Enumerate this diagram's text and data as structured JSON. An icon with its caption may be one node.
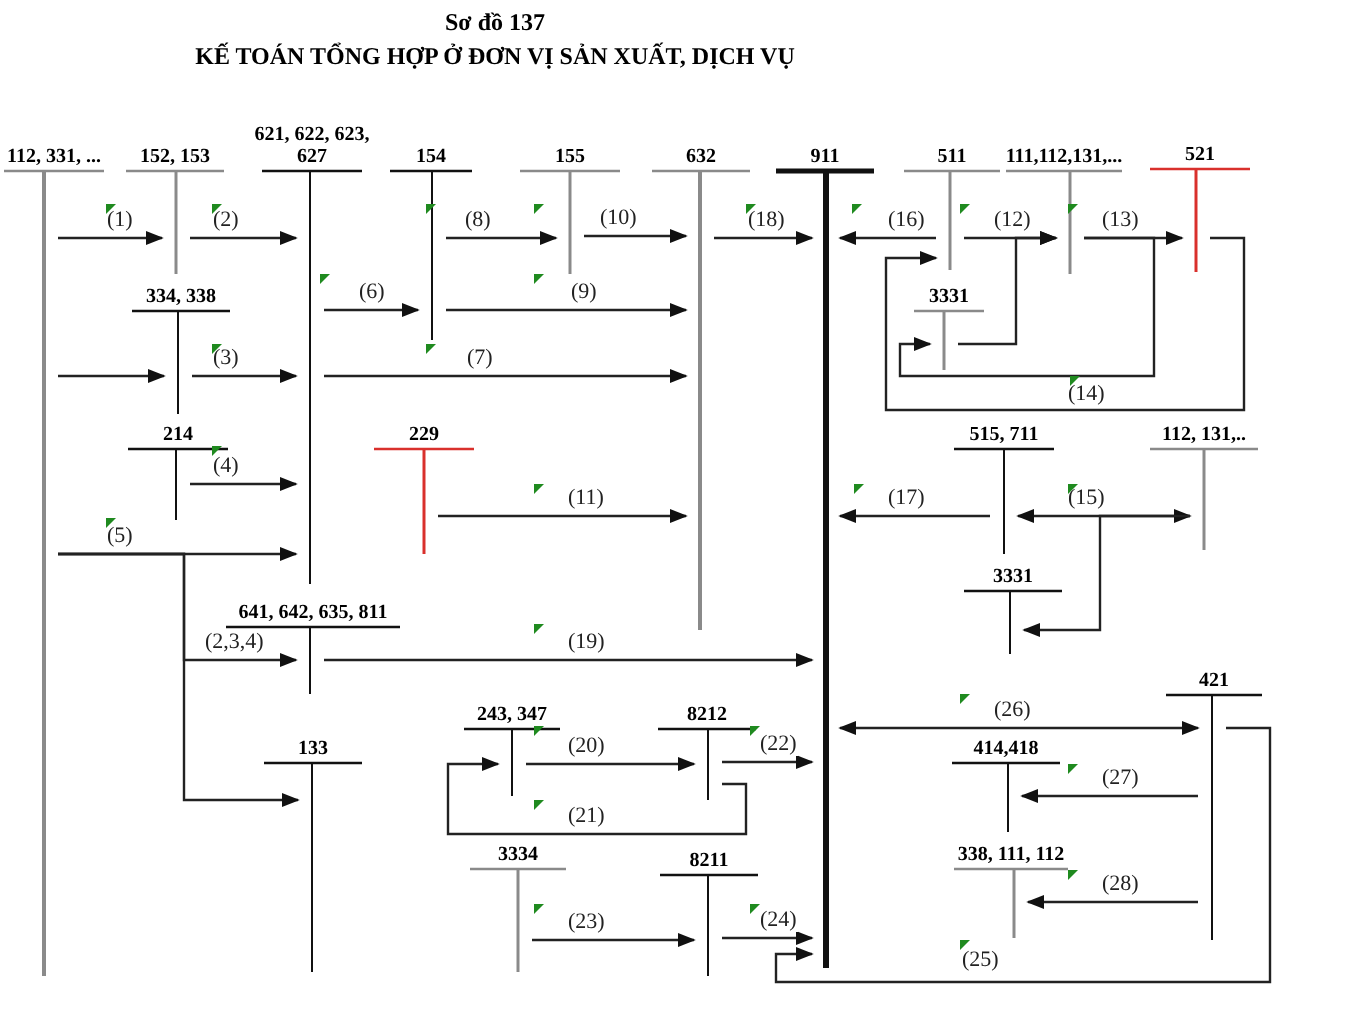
{
  "diagram": {
    "title": "KẾ TOÁN TỔNG HỢP Ở ĐƠN VỊ SẢN XUẤT, DỊCH VỤ",
    "nodes": [
      {
        "text": [
          "112, 331, ..."
        ]
      },
      {
        "text": [
          "152, 153"
        ]
      },
      {
        "text": [
          "621, 622, 623, 627"
        ]
      },
      {
        "text": [
          "154"
        ]
      },
      {
        "text": [
          "155"
        ]
      },
      {
        "text": [
          "632"
        ]
      },
      {
        "text": [
          "911"
        ]
      },
      {
        "text": [
          "511"
        ]
      },
      {
        "text": [
          "111,112,131,..."
        ]
      },
      {
        "text": [
          "521"
        ]
      },
      {
        "text": [
          "334, 338"
        ]
      },
      {
        "text": [
          "3331"
        ]
      },
      {
        "text": [
          "214"
        ]
      },
      {
        "text": [
          "229"
        ]
      },
      {
        "text": [
          "515, 711"
        ]
      },
      {
        "text": [
          "112, 131,.."
        ]
      },
      {
        "text": [
          "3331"
        ]
      },
      {
        "text": [
          "641, 642, 635, 811"
        ]
      },
      {
        "text": [
          "421"
        ]
      },
      {
        "text": [
          "243, 347"
        ]
      },
      {
        "text": [
          "8212"
        ]
      },
      {
        "text": [
          "133"
        ]
      },
      {
        "text": [
          "414,418"
        ]
      },
      {
        "text": [
          "3334"
        ]
      },
      {
        "text": [
          "8211"
        ]
      },
      {
        "text": [
          "338, 111, 112"
        ]
      }
    ],
    "edges": [
      {
        "from": 0,
        "to": 1,
        "arrow": "to",
        "label": "(1)"
      },
      {
        "from": 1,
        "to": 2,
        "arrow": "to",
        "label": "(2)"
      },
      {
        "from": 0,
        "to": 10,
        "arrow": "to"
      },
      {
        "from": 10,
        "to": 2,
        "arrow": "to",
        "label": "(3)"
      },
      {
        "from": 12,
        "to": 2,
        "arrow": "to",
        "label": "(4)"
      },
      {
        "from": 0,
        "to": 2,
        "arrow": "to",
        "label": "(5)"
      },
      {
        "from": 0,
        "to": 17,
        "arrow": "to",
        "label": "(2,3,4)"
      },
      {
        "from": 0,
        "to": 21,
        "arrow": "to"
      },
      {
        "from": 2,
        "to": 3,
        "arrow": "to",
        "label": "(6)"
      },
      {
        "from": 2,
        "to": 5,
        "arrow": "to",
        "label": "(7)"
      },
      {
        "from": 3,
        "to": 4,
        "arrow": "to",
        "label": "(8)"
      },
      {
        "from": 3,
        "to": 5,
        "arrow": "to",
        "label": "(9)"
      },
      {
        "from": 4,
        "to": 5,
        "arrow": "to",
        "label": "(10)"
      },
      {
        "from": 13,
        "to": 5,
        "arrow": "to",
        "label": "(11)"
      },
      {
        "from": 5,
        "to": 6,
        "arrow": "to",
        "label": "(18)"
      },
      {
        "from": 7,
        "to": 6,
        "arrow": "to",
        "label": "(16)"
      },
      {
        "from": 7,
        "to": 8,
        "arrow": "to",
        "label": "(12)"
      },
      {
        "from": 11,
        "to": 8,
        "arrow": "to"
      },
      {
        "from": 8,
        "to": 9,
        "arrow": "to",
        "label": "(13)"
      },
      {
        "from": 8,
        "to": 11,
        "arrow": "to",
        "label": "(14)"
      },
      {
        "from": 9,
        "to": 7,
        "arrow": "to"
      },
      {
        "from": 14,
        "to": 6,
        "arrow": "to",
        "label": "(17)"
      },
      {
        "from": 14,
        "to": 15,
        "arrow": "both",
        "label": "(15)"
      },
      {
        "from": 15,
        "to": 16,
        "arrow": "to"
      },
      {
        "from": 17,
        "to": 6,
        "arrow": "to",
        "label": "(19)"
      },
      {
        "from": 19,
        "to": 20,
        "arrow": "to",
        "label": "(20)"
      },
      {
        "from": 20,
        "to": 19,
        "arrow": "to",
        "label": "(21)"
      },
      {
        "from": 20,
        "to": 6,
        "arrow": "to",
        "label": "(22)"
      },
      {
        "from": 23,
        "to": 24,
        "arrow": "to",
        "label": "(23)"
      },
      {
        "from": 24,
        "to": 6,
        "arrow": "to",
        "label": "(24)"
      },
      {
        "from": 6,
        "to": 18,
        "arrow": "both",
        "label": "(26)"
      },
      {
        "from": 18,
        "to": 22,
        "arrow": "to",
        "label": "(27)"
      },
      {
        "from": 18,
        "to": 25,
        "arrow": "to",
        "label": "(28)"
      },
      {
        "from": 18,
        "to": 6,
        "arrow": "to",
        "label": "(25)"
      }
    ],
    "labels": [
      "Sơ đồ 137"
    ]
  }
}
